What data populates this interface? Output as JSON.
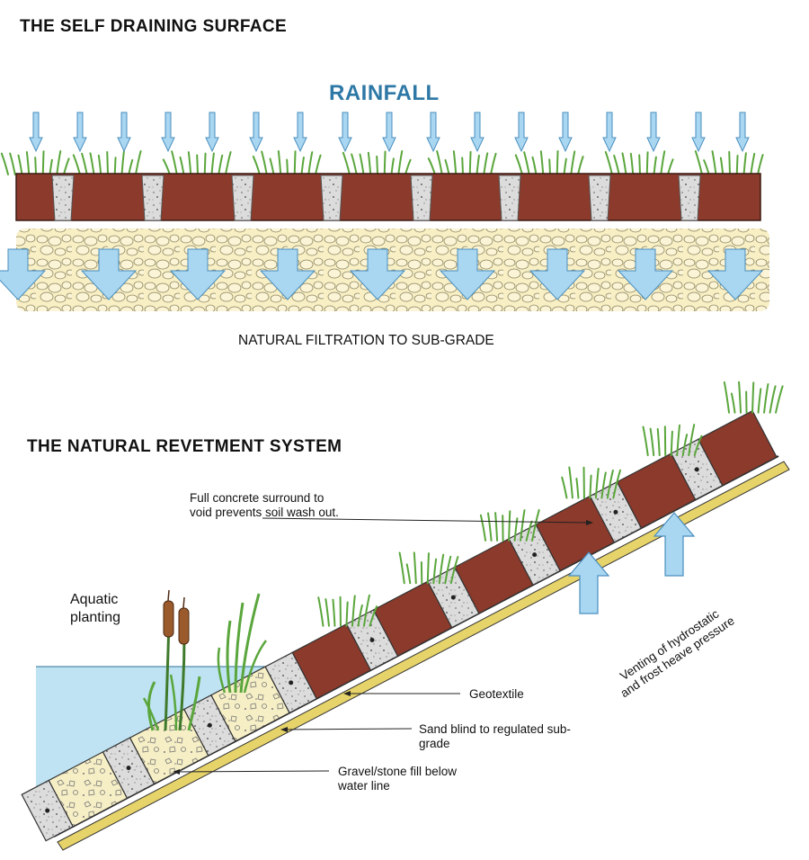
{
  "section1": {
    "title": "THE SELF DRAINING SURFACE",
    "rain_label": "RAINFALL",
    "caption": "NATURAL FILTRATION TO SUB-GRADE"
  },
  "section2": {
    "title": "THE NATURAL REVETMENT SYSTEM",
    "labels": {
      "concrete": "Full concrete surround to void prevents soil wash out.",
      "aquatic": "Aquatic planting",
      "venting": "Venting of hydrostatic and frost heave pressure",
      "geotextile": "Geotextile",
      "sand": "Sand blind to regulated sub-grade",
      "gravel": "Gravel/stone fill below water line"
    }
  },
  "colors": {
    "soil": "#8b3a2b",
    "concrete": "#dcdcdc",
    "gravel": "#f8efc4",
    "arrow": "#a9d6f0",
    "arrow_stroke": "#4a8fbf",
    "water": "#bfe3f2",
    "grass": "#5aa63c",
    "sand": "#e6d36a",
    "text_accent": "#2e78a6"
  },
  "icons": [
    "rain-arrow-icon",
    "drain-arrow-icon",
    "pressure-arrow-icon",
    "grass-icon",
    "cattail-icon"
  ]
}
